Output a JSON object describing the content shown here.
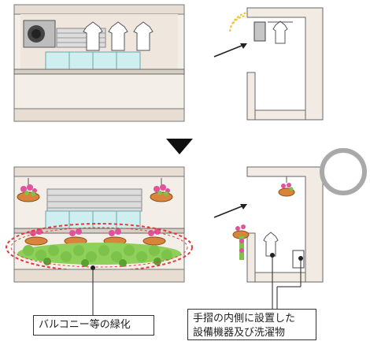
{
  "labels": {
    "balcony_greening": "バルコニー等の緑化",
    "equipment_line1": "手摺の内側に設置した",
    "equipment_line2": "設備機器及び洗濯物"
  },
  "colors": {
    "glass": "#cfeef0",
    "facade": "#efe6dd",
    "leaves": "#7dc24b",
    "flowers": "#e0529a",
    "pots": "#d8843a",
    "dashed_ring": "#e23b3b",
    "highlight_ring": "#a9a9a9",
    "sun": "#f2c230"
  },
  "icons": {
    "transition": "down-triangle-icon",
    "view_direction": "arrow-icon"
  }
}
